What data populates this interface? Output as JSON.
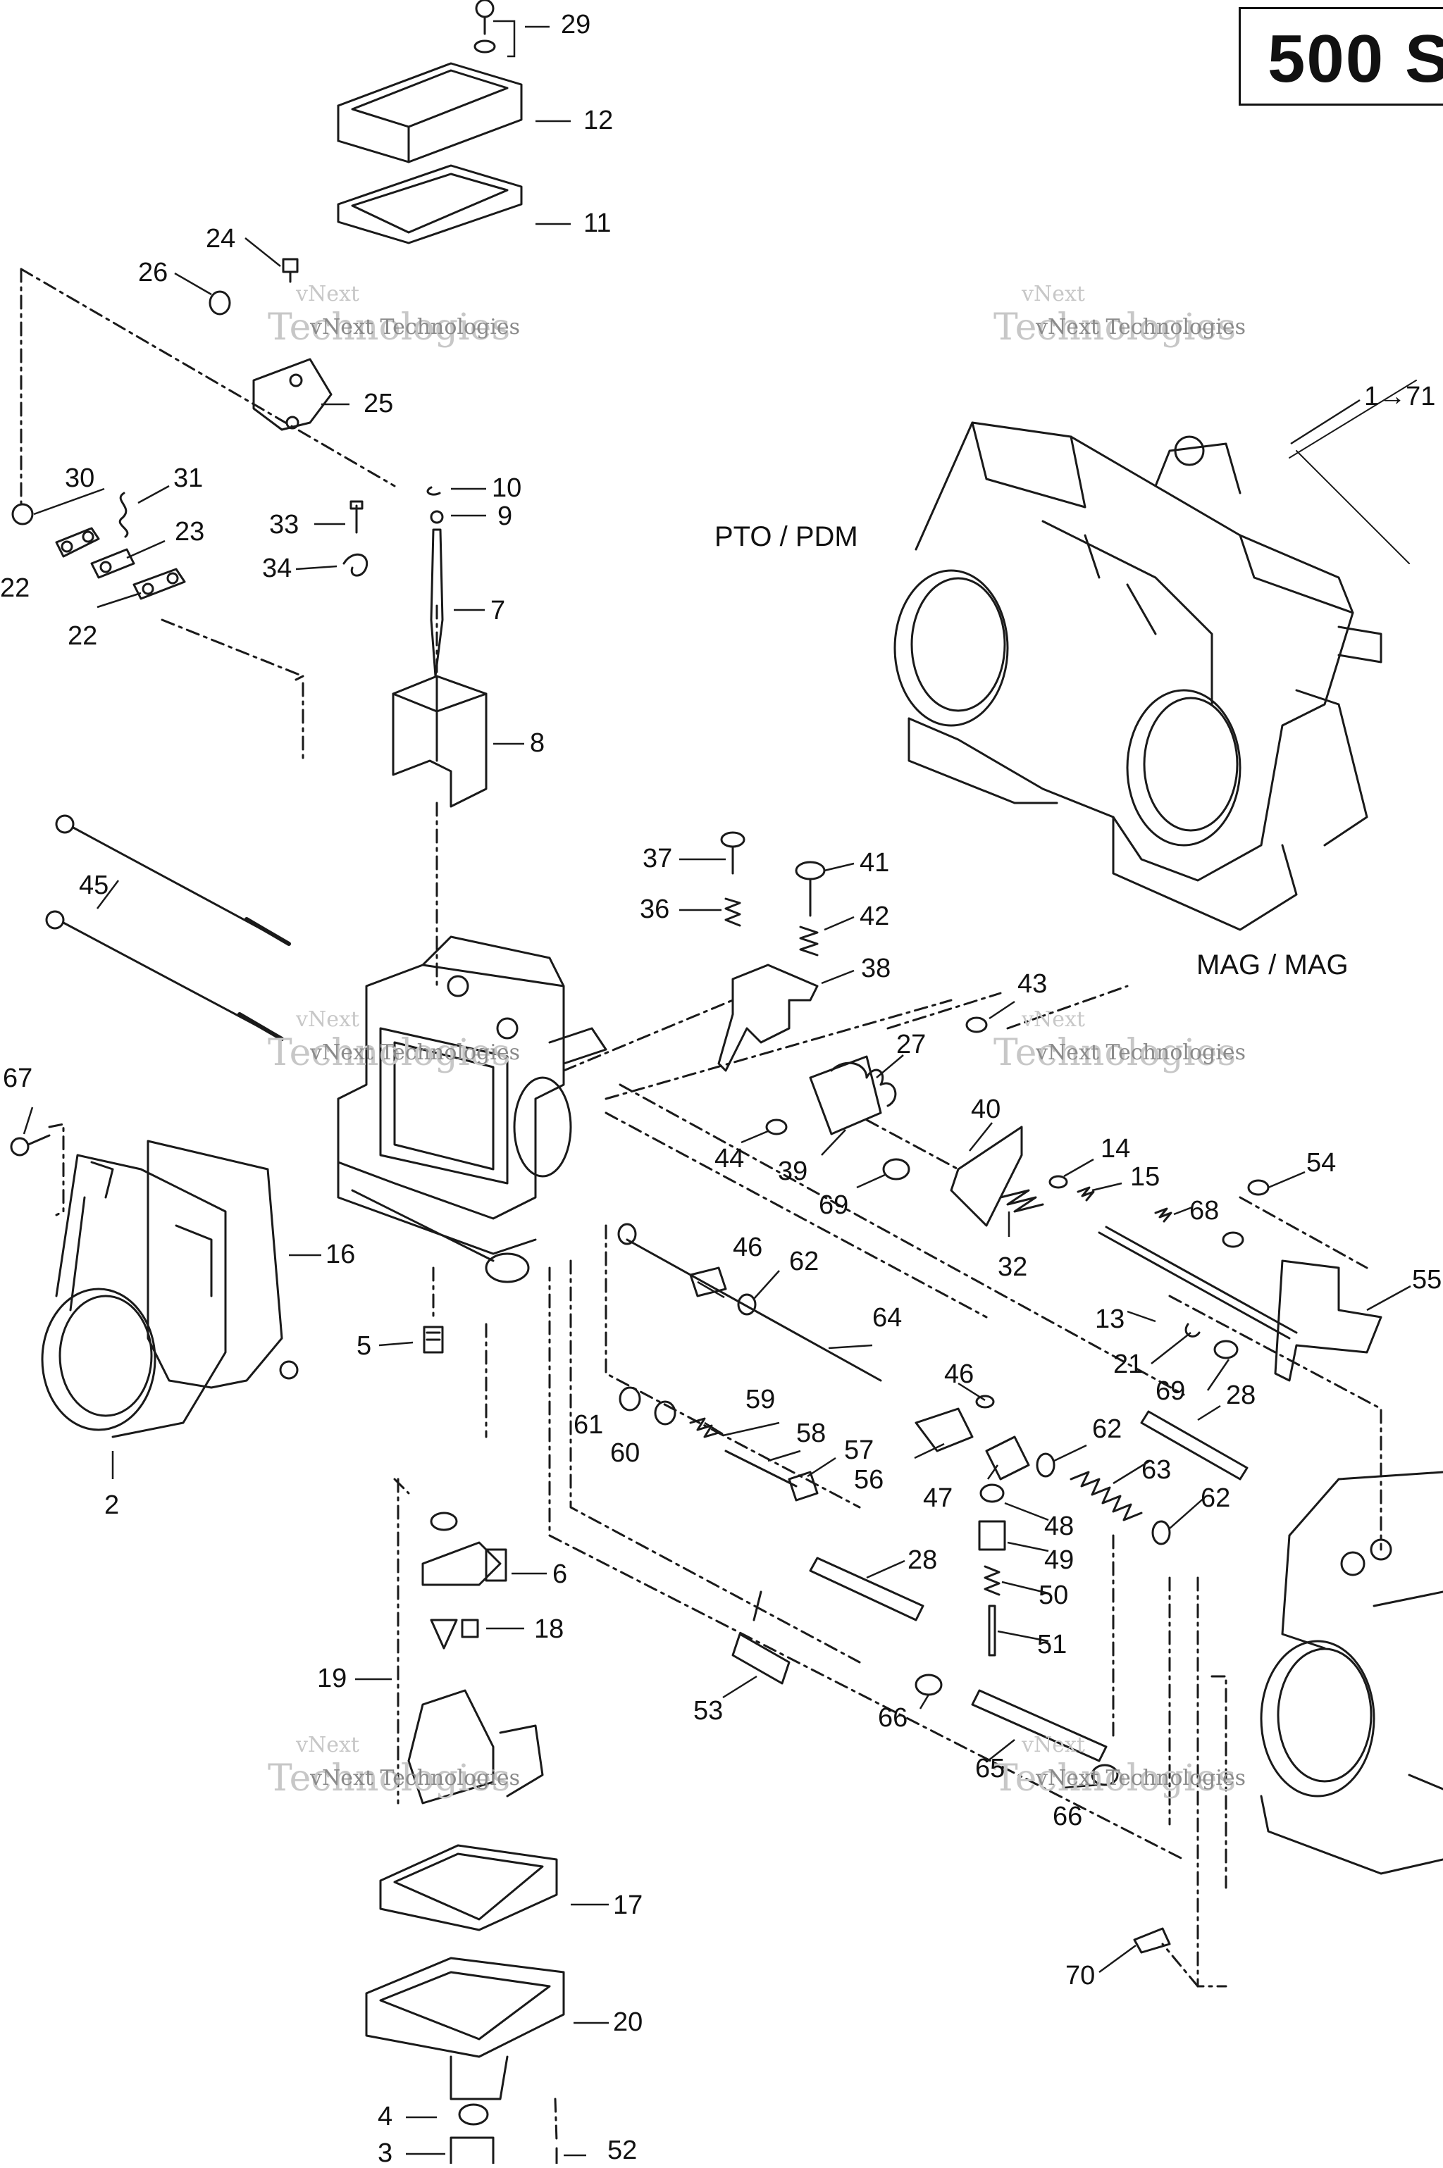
{
  "title": "500 S",
  "section_labels": {
    "pto": "PTO / PDM",
    "mag": "MAG / MAG"
  },
  "watermark": {
    "line1": "vNext",
    "line2": "Technologies",
    "line3": "vNext Technologies"
  },
  "callouts": [
    "29",
    "12",
    "11",
    "24",
    "26",
    "25",
    "30",
    "31",
    "23",
    "22",
    "22",
    "33",
    "10",
    "9",
    "34",
    "7",
    "8",
    "45",
    "67",
    "16",
    "2",
    "5",
    "19",
    "6",
    "18",
    "17",
    "20",
    "4",
    "3",
    "52",
    "37",
    "41",
    "36",
    "42",
    "38",
    "27",
    "43",
    "44",
    "39",
    "69",
    "40",
    "14",
    "15",
    "68",
    "32",
    "54",
    "13",
    "21",
    "69",
    "28",
    "46",
    "62",
    "64",
    "59",
    "61",
    "60",
    "58",
    "57",
    "56",
    "46",
    "47",
    "62",
    "63",
    "62",
    "48",
    "49",
    "50",
    "51",
    "28",
    "53",
    "66",
    "65",
    "66",
    "70",
    "55",
    "1→71"
  ]
}
